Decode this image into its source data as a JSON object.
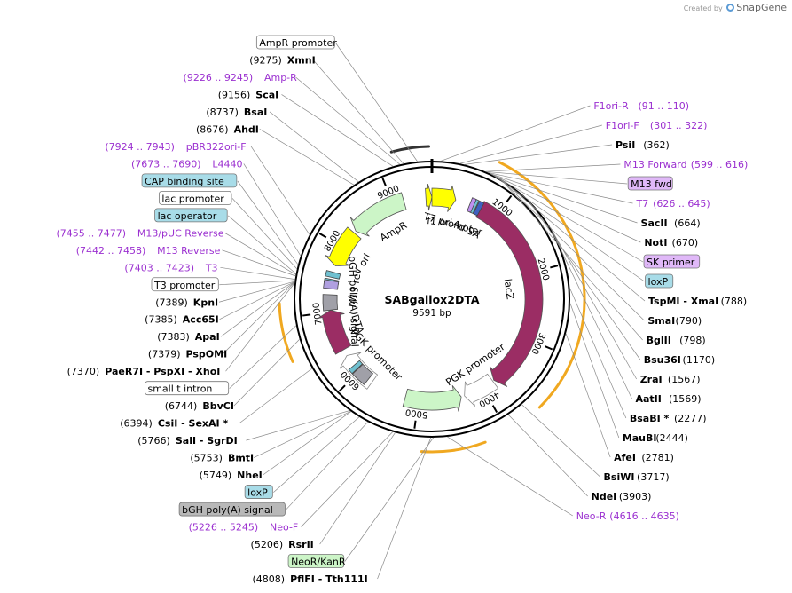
{
  "header": {
    "created_by": "Created by",
    "brand": "SnapGene"
  },
  "plasmid": {
    "name": "SABgallox2DTA",
    "size": "9591 bp",
    "length": 9591
  },
  "ticks": [
    "1000",
    "2000",
    "3000",
    "4000",
    "5000",
    "6000",
    "7000",
    "8000",
    "9000"
  ],
  "features": [
    {
      "name": "AmpR",
      "label": "AmpR",
      "start": 8305,
      "end": 9165,
      "strand": -1,
      "color": "#ccf5c7"
    },
    {
      "name": "ori",
      "label": "ori",
      "start": 7700,
      "end": 8270,
      "strand": -1,
      "color": "#ffff00"
    },
    {
      "name": "f1 ori",
      "label": "f1 ori",
      "start": 9500,
      "end": 9591,
      "strand": 1,
      "color": "#ffff00"
    },
    {
      "name": "f1 ori b",
      "label": "",
      "start": 0,
      "end": 360,
      "strand": 1,
      "color": "#ffff00"
    },
    {
      "name": "lacZ",
      "label": "lacZ",
      "start": 750,
      "end": 3800,
      "strand": 1,
      "color": "#9b2d64"
    },
    {
      "name": "PGK promoter R",
      "label": "PGK promoter",
      "start": 3820,
      "end": 4300,
      "strand": 1,
      "color": "#ffffff"
    },
    {
      "name": "NeoR/KanR",
      "label": "",
      "start": 4350,
      "end": 5200,
      "strand": -1,
      "color": "#ccf5c7"
    },
    {
      "name": "PGK promoter L",
      "label": "PGK promoter",
      "start": 5750,
      "end": 6300,
      "strand": 1,
      "color": "#ffffff"
    },
    {
      "name": "DTA",
      "label": "DTA",
      "start": 6400,
      "end": 7030,
      "strand": 1,
      "color": "#9b2d64"
    }
  ],
  "feature_boxes": [
    {
      "name": "bGH poly(A) signal",
      "label": "bGH poly(A) signal",
      "start": 7030,
      "end": 7260,
      "color": "#a0a0a8"
    },
    {
      "name": "bGH poly(A) signal 2",
      "label": "",
      "start": 5820,
      "end": 6040,
      "color": "#a0a0a8"
    },
    {
      "name": "loxP 1",
      "label": "",
      "start": 6050,
      "end": 6120,
      "color": "#70c0d0"
    },
    {
      "name": "loxP 2",
      "label": "",
      "start": 620,
      "end": 680,
      "color": "#70c0d0"
    },
    {
      "name": "SK primer",
      "label": "",
      "start": 580,
      "end": 640,
      "color": "#c090f0"
    },
    {
      "name": "lac operator",
      "label": "",
      "start": 7430,
      "end": 7490,
      "color": "#70c0d0"
    },
    {
      "name": "CAP site",
      "label": "",
      "start": 7520,
      "end": 7600,
      "color": "#70c0d0"
    },
    {
      "name": "M13 rev",
      "label": "M13 rev",
      "start": 7350,
      "end": 7470,
      "color": "#b0a0e0"
    },
    {
      "name": "Ad SA",
      "label": "Ad SA",
      "start": 690,
      "end": 760,
      "color": "#4060c0"
    }
  ],
  "outer_arcs": [
    {
      "name": "M13 Forward arc",
      "start": 9180,
      "end": 9560,
      "color": "#333333"
    },
    {
      "name": "lacZ outer",
      "start": 700,
      "end": 3600,
      "color": "#f0a820"
    },
    {
      "name": "NeoR outer",
      "start": 4250,
      "end": 4900,
      "color": "#f0a820"
    },
    {
      "name": "DTA outer",
      "start": 6550,
      "end": 7150,
      "color": "#f0a820"
    }
  ],
  "labels": [
    {
      "text": "AmpR promoter",
      "pos": 9430,
      "kind": "box-white",
      "side": "L"
    },
    {
      "text": "F1ori-R",
      "coord": "(91 .. 110)",
      "pos": 100,
      "kind": "primer",
      "side": "R"
    },
    {
      "text": "F1ori-F",
      "coord": "(301 .. 322)",
      "pos": 311,
      "kind": "primer",
      "side": "R"
    },
    {
      "text": "PsiI",
      "coord": "(362)",
      "pos": 362,
      "kind": "enzyme",
      "side": "R"
    },
    {
      "text": "M13 Forward",
      "coord": "(599 .. 616)",
      "pos": 607,
      "kind": "primer",
      "side": "R"
    },
    {
      "text": "M13 fwd",
      "pos": 610,
      "kind": "box-purple",
      "side": "R"
    },
    {
      "text": "T7",
      "coord": "(626 .. 645)",
      "pos": 635,
      "kind": "primer",
      "side": "R"
    },
    {
      "text": "SacII",
      "coord": "(664)",
      "pos": 664,
      "kind": "enzyme",
      "side": "R"
    },
    {
      "text": "NotI",
      "coord": "(670)",
      "pos": 670,
      "kind": "enzyme",
      "side": "R"
    },
    {
      "text": "SK primer",
      "pos": 675,
      "kind": "box-purple",
      "side": "R"
    },
    {
      "text": "loxP",
      "pos": 700,
      "kind": "box-cyan",
      "side": "R"
    },
    {
      "text": "TspMI - XmaI",
      "coord": "(788)",
      "pos": 788,
      "kind": "enzyme",
      "side": "R"
    },
    {
      "text": "SmaI",
      "coord": "(790)",
      "pos": 790,
      "kind": "enzyme",
      "side": "R"
    },
    {
      "text": "BglII",
      "coord": "(798)",
      "pos": 798,
      "kind": "enzyme",
      "side": "R"
    },
    {
      "text": "Bsu36I",
      "coord": "(1170)",
      "pos": 1170,
      "kind": "enzyme",
      "side": "R"
    },
    {
      "text": "ZraI",
      "coord": "(1567)",
      "pos": 1567,
      "kind": "enzyme",
      "side": "R"
    },
    {
      "text": "AatII",
      "coord": "(1569)",
      "pos": 1569,
      "kind": "enzyme",
      "side": "R"
    },
    {
      "text": "BsaBI *",
      "coord": "(2277)",
      "pos": 2277,
      "kind": "enzyme",
      "side": "R"
    },
    {
      "text": "MauBI",
      "coord": "(2444)",
      "pos": 2444,
      "kind": "enzyme",
      "side": "R"
    },
    {
      "text": "AfeI",
      "coord": "(2781)",
      "pos": 2781,
      "kind": "enzyme",
      "side": "R"
    },
    {
      "text": "BsiWI",
      "coord": "(3717)",
      "pos": 3717,
      "kind": "enzyme",
      "side": "R"
    },
    {
      "text": "NdeI",
      "coord": "(3903)",
      "pos": 3903,
      "kind": "enzyme",
      "side": "R"
    },
    {
      "text": "Neo-R",
      "coord": "(4616 .. 4635)",
      "pos": 4625,
      "kind": "primer",
      "side": "R"
    },
    {
      "text": "PflFI - Tth111I",
      "coord": "(4808)",
      "pos": 4808,
      "kind": "enzyme",
      "side": "L"
    },
    {
      "text": "NeoR/KanR",
      "pos": 4780,
      "kind": "box-green",
      "side": "L"
    },
    {
      "text": "RsrII",
      "coord": "(5206)",
      "pos": 5206,
      "kind": "enzyme",
      "side": "L"
    },
    {
      "text": "Neo-F",
      "coord": "(5226 .. 5245)",
      "pos": 5235,
      "kind": "primer",
      "side": "L"
    },
    {
      "text": "bGH poly(A) signal",
      "pos": 5530,
      "kind": "box-gray",
      "side": "L"
    },
    {
      "text": "loxP",
      "pos": 5640,
      "kind": "box-cyan",
      "side": "L"
    },
    {
      "text": "NheI",
      "coord": "(5749)",
      "pos": 5749,
      "kind": "enzyme",
      "side": "L"
    },
    {
      "text": "BmtI",
      "coord": "(5753)",
      "pos": 5753,
      "kind": "enzyme",
      "side": "L"
    },
    {
      "text": "SalI - SgrDI",
      "coord": "(5766)",
      "pos": 5766,
      "kind": "enzyme",
      "side": "L"
    },
    {
      "text": "CsiI - SexAI *",
      "coord": "(6394)",
      "pos": 6394,
      "kind": "enzyme",
      "side": "L"
    },
    {
      "text": "BbvCI",
      "coord": "(6744)",
      "pos": 6744,
      "kind": "enzyme",
      "side": "L"
    },
    {
      "text": "small t intron",
      "pos": 6900,
      "kind": "box-white",
      "side": "L"
    },
    {
      "text": "PaeR7I - PspXI - XhoI",
      "coord": "(7370)",
      "pos": 7370,
      "kind": "enzyme",
      "side": "L"
    },
    {
      "text": "PspOMI",
      "coord": "(7379)",
      "pos": 7379,
      "kind": "enzyme",
      "side": "L"
    },
    {
      "text": "ApaI",
      "coord": "(7383)",
      "pos": 7383,
      "kind": "enzyme",
      "side": "L"
    },
    {
      "text": "Acc65I",
      "coord": "(7385)",
      "pos": 7385,
      "kind": "enzyme",
      "side": "L"
    },
    {
      "text": "KpnI",
      "coord": "(7389)",
      "pos": 7389,
      "kind": "enzyme",
      "side": "L"
    },
    {
      "text": "T3 promoter",
      "pos": 7400,
      "kind": "box-white",
      "side": "L"
    },
    {
      "text": "T3",
      "coord": "(7403 .. 7423)",
      "pos": 7413,
      "kind": "primer",
      "side": "L"
    },
    {
      "text": "M13 Reverse",
      "coord": "(7442 .. 7458)",
      "pos": 7450,
      "kind": "primer",
      "side": "L"
    },
    {
      "text": "lac operator",
      "pos": 7475,
      "kind": "box-cyan",
      "side": "L"
    },
    {
      "text": "M13/pUC Reverse",
      "coord": "(7455 .. 7477)",
      "pos": 7466,
      "kind": "primer",
      "side": "L"
    },
    {
      "text": "lac promoter",
      "pos": 7530,
      "kind": "box-white",
      "side": "L"
    },
    {
      "text": "CAP binding site",
      "pos": 7580,
      "kind": "box-cyan",
      "side": "L"
    },
    {
      "text": "L4440",
      "coord": "(7673 .. 7690)",
      "pos": 7681,
      "kind": "primer",
      "side": "L"
    },
    {
      "text": "pBR322ori-F",
      "coord": "(7924 .. 7943)",
      "pos": 7933,
      "kind": "primer",
      "side": "L"
    },
    {
      "text": "AhdI",
      "coord": "(8676)",
      "pos": 8676,
      "kind": "enzyme",
      "side": "L"
    },
    {
      "text": "BsaI",
      "coord": "(8737)",
      "pos": 8737,
      "kind": "enzyme",
      "side": "L"
    },
    {
      "text": "ScaI",
      "coord": "(9156)",
      "pos": 9156,
      "kind": "enzyme",
      "side": "L"
    },
    {
      "text": "Amp-R",
      "coord": "(9226 .. 9245)",
      "pos": 9235,
      "kind": "primer",
      "side": "L"
    },
    {
      "text": "XmnI",
      "coord": "(9275)",
      "pos": 9275,
      "kind": "enzyme",
      "side": "L"
    }
  ],
  "inner_labels": [
    {
      "text": "AmpR",
      "pos": 8800
    },
    {
      "text": "ori",
      "pos": 8000
    },
    {
      "text": "f1 ori",
      "pos": 150
    },
    {
      "text": "T7 promoter",
      "pos": 420
    },
    {
      "text": "Ad SA",
      "pos": 700
    },
    {
      "text": "lacZ",
      "pos": 2200
    },
    {
      "text": "PGK promoter",
      "pos": 3900
    },
    {
      "text": "PGK promoter",
      "pos": 6000
    },
    {
      "text": "DTA",
      "pos": 6700
    },
    {
      "text": "bGH poly(A) signal",
      "pos": 7150
    },
    {
      "text": "M13 rev",
      "pos": 7420
    }
  ],
  "colors": {
    "primer": "#9b30d0",
    "enzyme": "#000000",
    "box_purple": "#e0b8f8",
    "box_cyan": "#a8dce8",
    "box_green": "#ccf5c7",
    "box_gray": "#b8b8b8",
    "box_white": "#ffffff",
    "leader": "#8a8a8a"
  }
}
